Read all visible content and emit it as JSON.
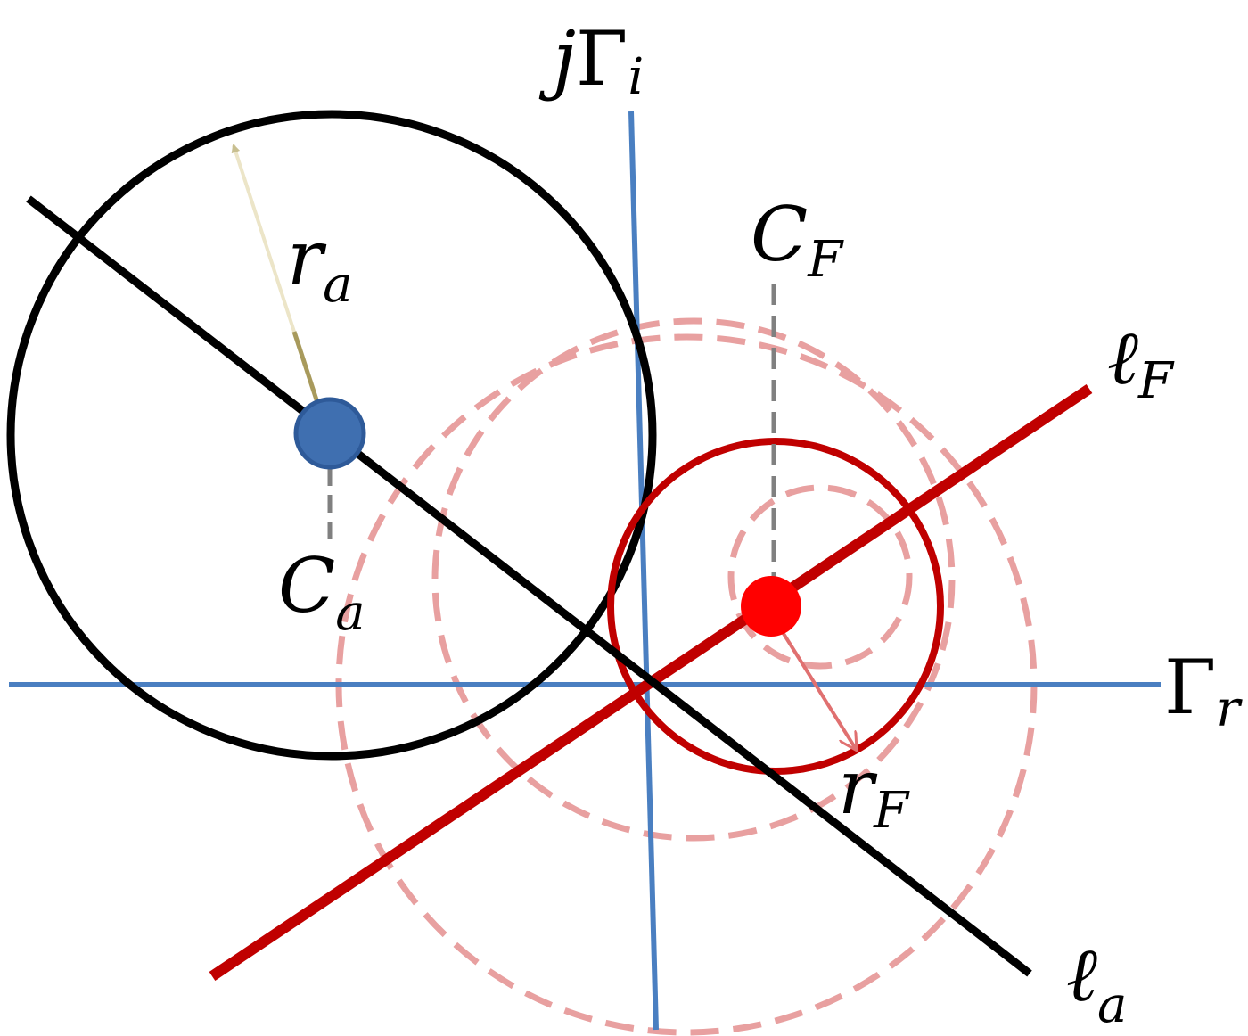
{
  "labels": {
    "imag_axis": {
      "j": "j",
      "gamma": "Γ",
      "sub": "i"
    },
    "real_axis": {
      "gamma": "Γ",
      "sub": "r"
    },
    "r_a": {
      "main": "r",
      "sub": "a"
    },
    "c_a": {
      "main": "C",
      "sub": "a"
    },
    "c_f": {
      "main": "C",
      "sub": "F"
    },
    "l_f": {
      "main": "ℓ",
      "sub": "F"
    },
    "l_a": {
      "main": "ℓ",
      "sub": "a"
    },
    "r_f": {
      "main": "r",
      "sub": "F"
    }
  },
  "colors": {
    "axis": "#4a7fc1",
    "black_circle": "#000000",
    "red_solid": "#c00000",
    "red_dashed": "#e8a0a0",
    "center_a": "#3f6fb0",
    "center_f": "#ff0000",
    "radius_a_arrow": "#c8bf90",
    "radius_f_arrow": "#e07070",
    "leader": "#808080"
  }
}
